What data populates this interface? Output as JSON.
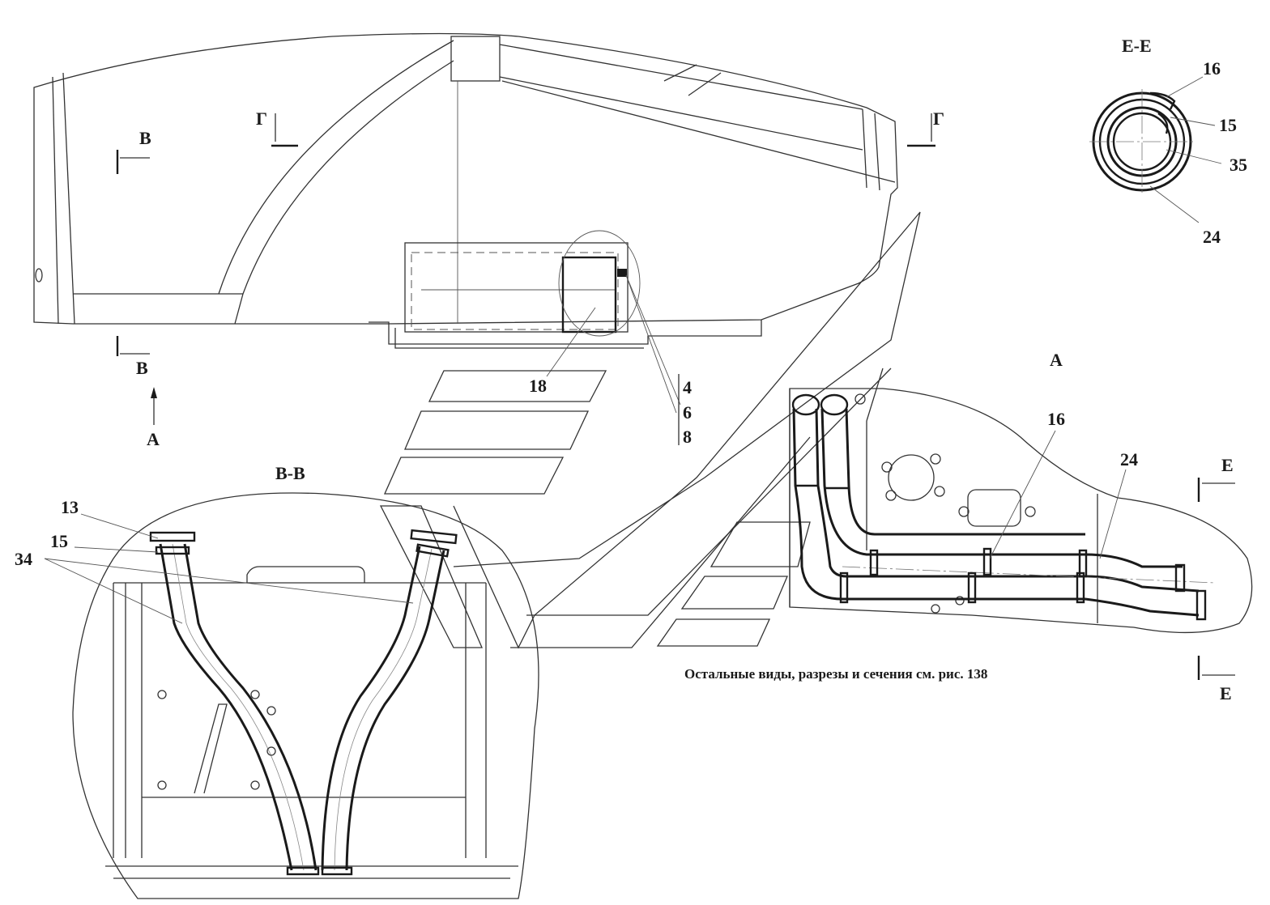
{
  "labels": {
    "view_v_top": "В",
    "view_v_bottom": "В",
    "view_g_left": "Г",
    "view_g_right": "Г",
    "arrow_a": "А",
    "section_vv": "В-В",
    "section_ee": "Е-Е",
    "view_a": "А",
    "cut_e_top": "Е",
    "cut_e_bottom": "Е"
  },
  "callouts": {
    "main_18": "18",
    "main_4": "4",
    "main_6": "6",
    "main_8": "8",
    "vv_13": "13",
    "vv_15": "15",
    "vv_34": "34",
    "ee_16": "16",
    "ee_15": "15",
    "ee_35": "35",
    "ee_24": "24",
    "a_16": "16",
    "a_24": "24"
  },
  "note": "Остальные виды, разрезы и сечения см. рис. 138"
}
